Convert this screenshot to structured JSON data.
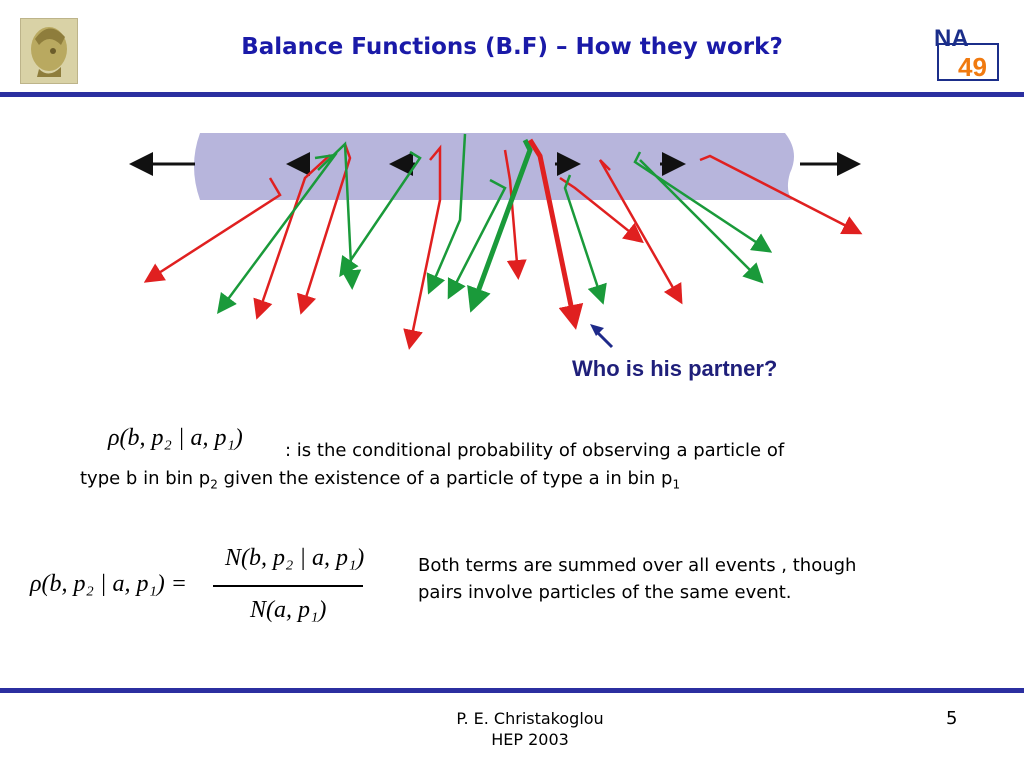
{
  "header": {
    "title": "Balance Functions (B.F) – How they work?",
    "logo_right_text_top": "NA",
    "logo_right_text_bottom": "49"
  },
  "figure": {
    "caption": "Who is his partner?",
    "colors": {
      "band": "#b7b5dc",
      "positive": "#e02020",
      "negative": "#1a9a3a",
      "pointer": "#1e2a8a"
    },
    "icon": "arrow-pointer-icon"
  },
  "definition": {
    "symbol": "ρ(b, p₂ | a, p₁)",
    "text_line1": ": is the conditional probability of observing a particle of",
    "text_line2_a": "type b in bin p",
    "text_line2_sub": "2",
    "text_line2_b": " given the existence of a particle of type a in bin p",
    "text_line2_sub2": "1"
  },
  "formula": {
    "lhs": "ρ(b, p₂ | a, p₁) =",
    "numerator": "N(b, p₂ | a, p₁)",
    "denominator": "N(a, p₁)"
  },
  "note": {
    "text": "Both terms are summed over all events , though pairs involve particles of the same event."
  },
  "footer": {
    "author": "P. E. Christakoglou",
    "conference": "HEP 2003",
    "page": "5"
  }
}
